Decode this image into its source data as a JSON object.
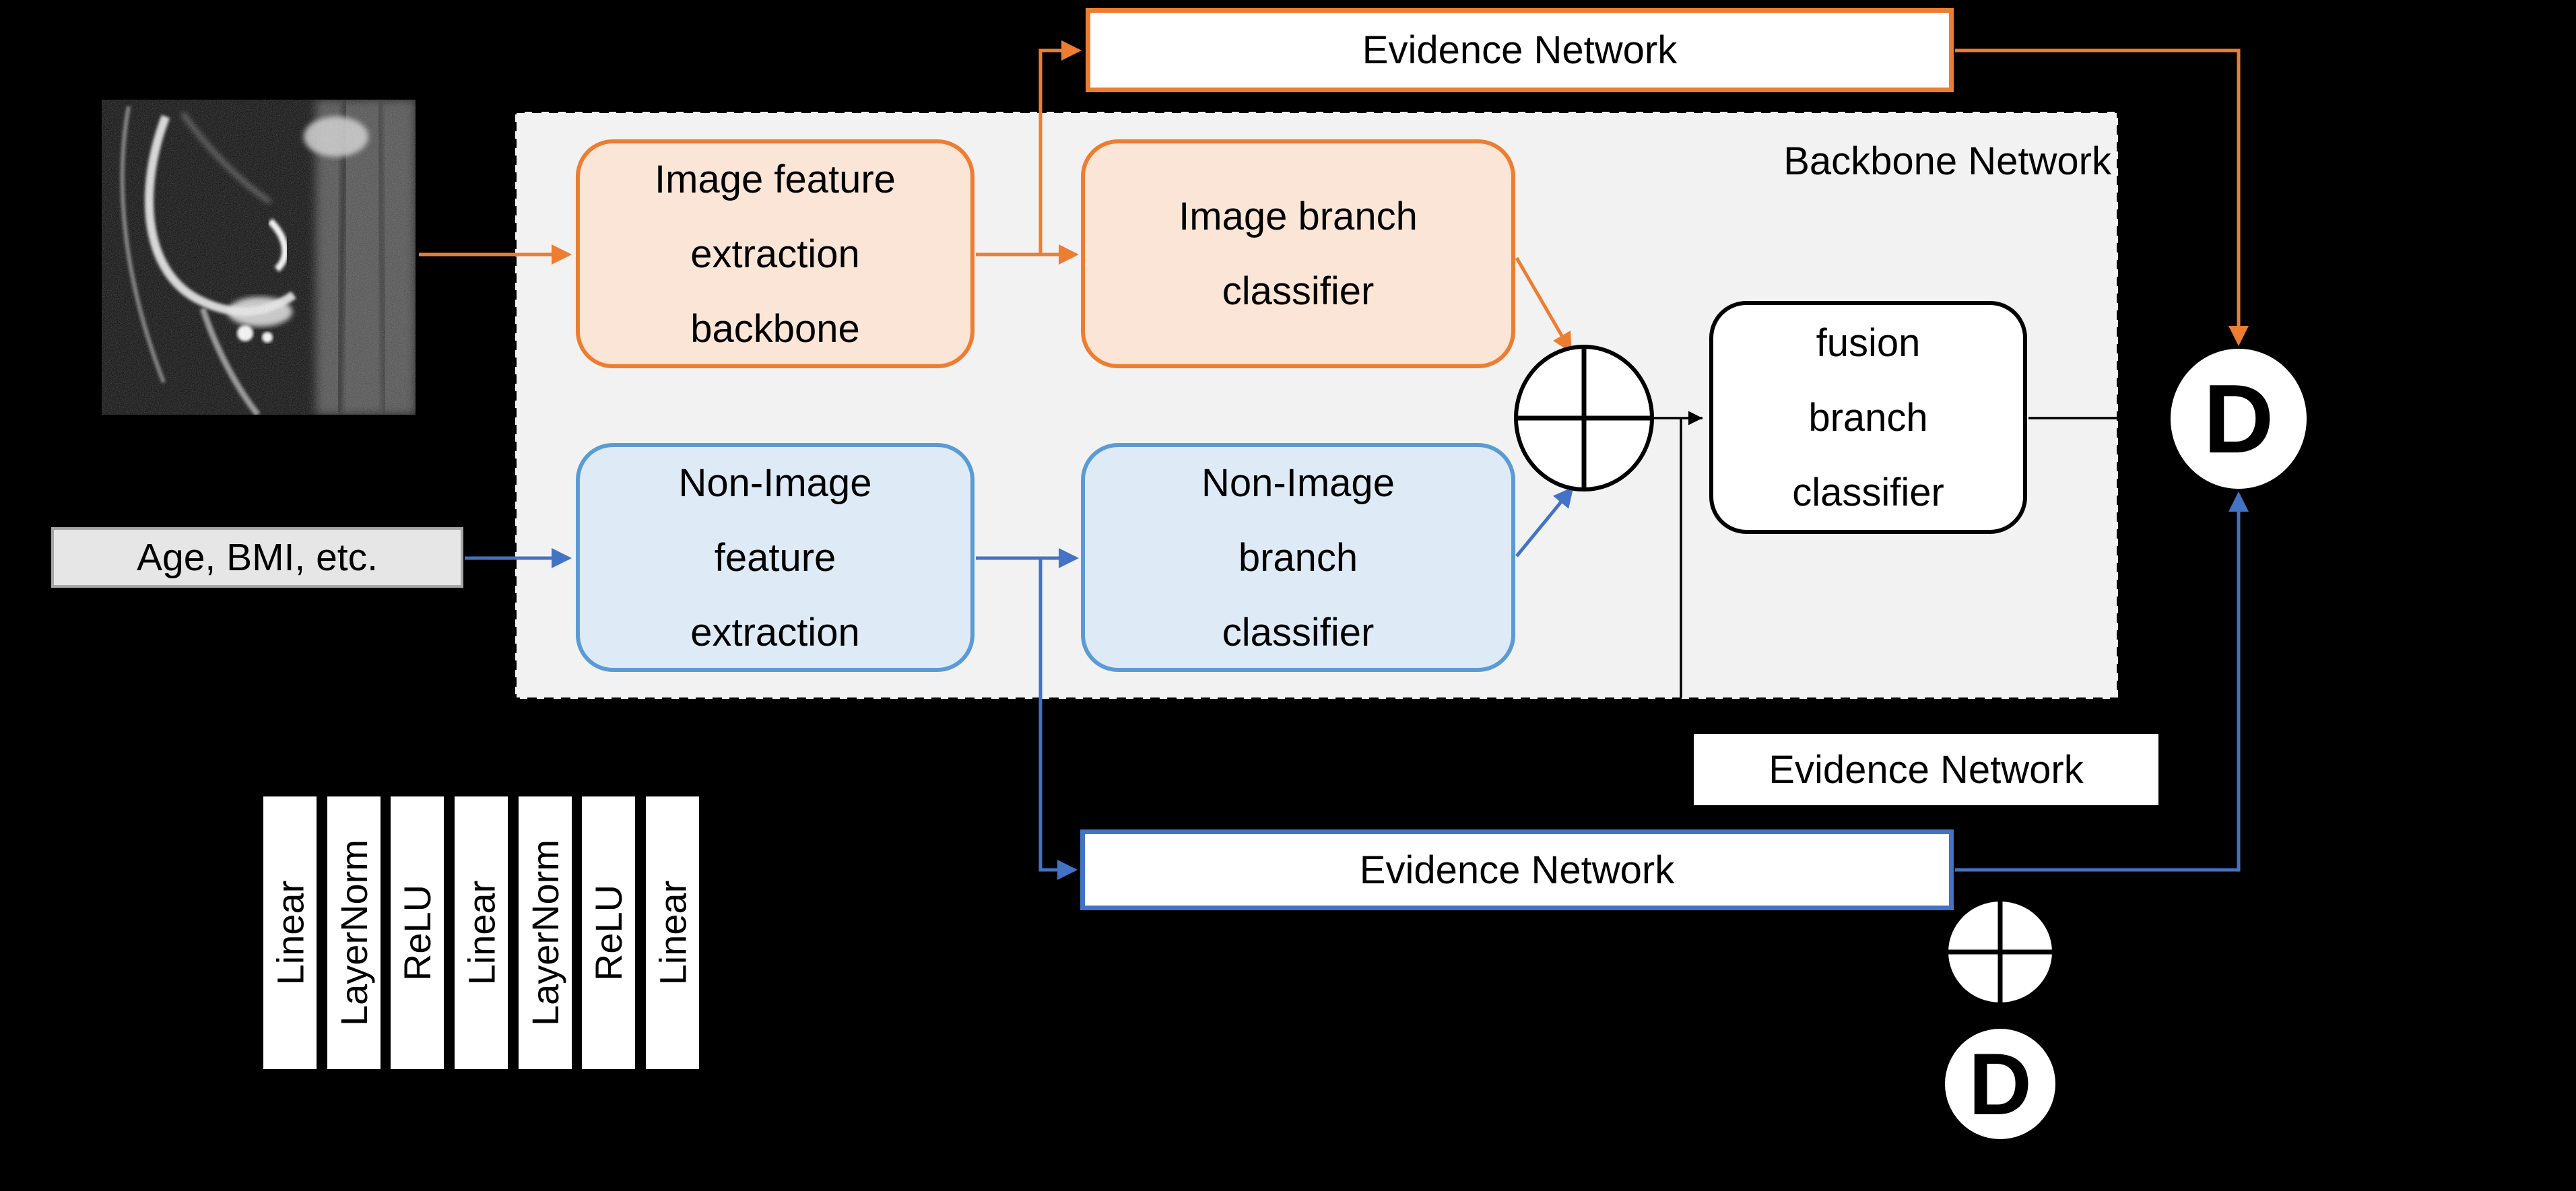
{
  "colors": {
    "background": "#000000",
    "orange": "#ED7D31",
    "orange_fill": "#FBE5D6",
    "blue_box_border": "#5B9BD5",
    "blue_line": "#4472C4",
    "blue_fill": "#DEEBF7",
    "backbone_fill": "#F2F2F2",
    "input_fill": "#E7E6E6",
    "input_border": "#A6A6A6",
    "text": "#000000"
  },
  "backbone": {
    "label": "Backbone Network"
  },
  "inputs": {
    "tabular_label": "Age, BMI, etc."
  },
  "boxes": {
    "image_feature": "Image feature\nextraction\nbackbone",
    "image_classifier": "Image branch\nclassifier",
    "nonimage_feature": "Non-Image\nfeature\nextraction",
    "nonimage_classifier": "Non-Image\nbranch\nclassifier",
    "fusion_classifier": "fusion\nbranch\nclassifier"
  },
  "evidence": {
    "image_label": "Evidence Network",
    "nonimage_label": "Evidence Network",
    "fusion_label": "Evidence Network"
  },
  "operators": {
    "dempster_top": "D",
    "dempster_bottom": "D",
    "concat_glyph": "⊕"
  },
  "mlp": {
    "layers": [
      "Linear",
      "LayerNorm",
      "ReLU",
      "Linear",
      "LayerNorm",
      "ReLU",
      "Linear"
    ]
  }
}
